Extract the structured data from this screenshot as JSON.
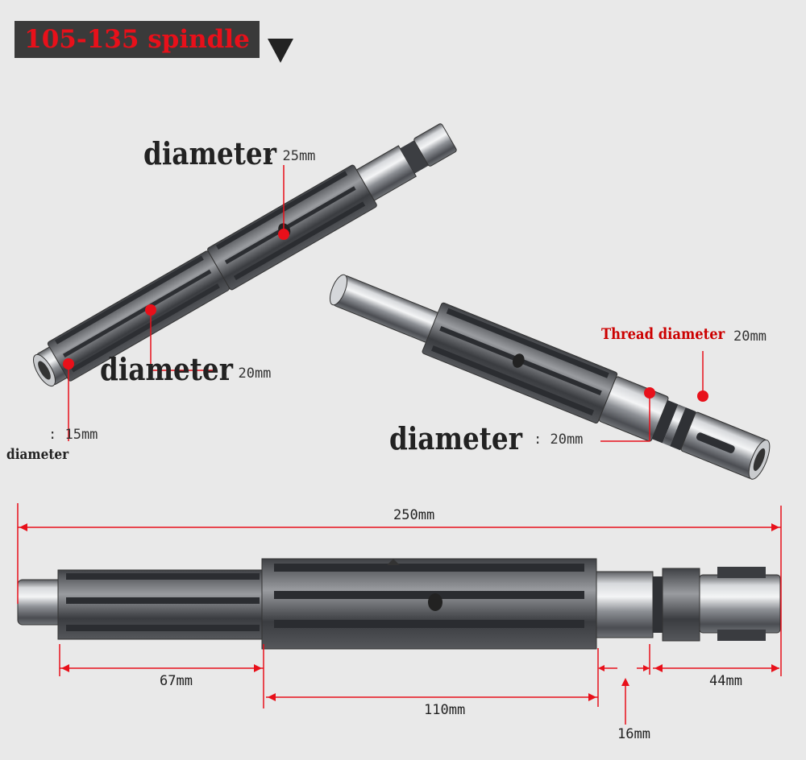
{
  "title": "105-135 spindle",
  "colors": {
    "title_bg": "#3a3a3a",
    "title_text": "#e8101a",
    "marker": "#e8101a",
    "dimension_line": "#e8101a"
  },
  "icons": {
    "title_pointer": "triangle-down-icon",
    "marker": "red-dot-icon"
  },
  "callouts": {
    "top_shaft_outer": {
      "label": "diameter",
      "value": ": 25mm"
    },
    "top_shaft_mid": {
      "label": "diameter",
      "value": ": 20mm"
    },
    "top_shaft_end": {
      "label": "diameter",
      "value": ": 15mm"
    },
    "right_shaft_thread": {
      "label": "Thread diameter",
      "value": "20mm"
    },
    "right_shaft_mid": {
      "label": "diameter",
      "value": ": 20mm"
    }
  },
  "dimensions": {
    "overall": "250mm",
    "left_segment": "67mm",
    "middle_segment": "110mm",
    "neck_segment": "16mm",
    "right_segment": "44mm"
  }
}
